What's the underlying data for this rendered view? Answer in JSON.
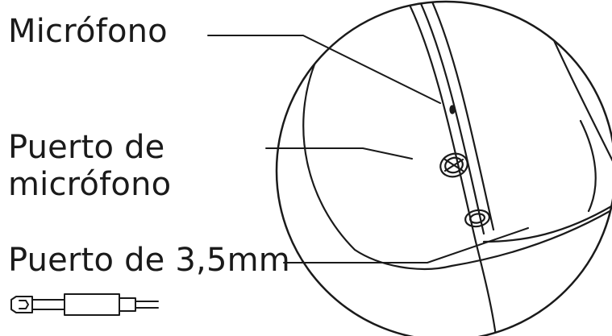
{
  "labels": {
    "microphone": "Micrófono",
    "mic_port_line1": "Puerto de",
    "mic_port_line2": "micrófono",
    "jack_port": "Puerto de 3,5mm"
  },
  "colors": {
    "ink": "#1a1a1a",
    "background": "#ffffff"
  },
  "icons": [
    "audio-jack-plug-icon"
  ]
}
